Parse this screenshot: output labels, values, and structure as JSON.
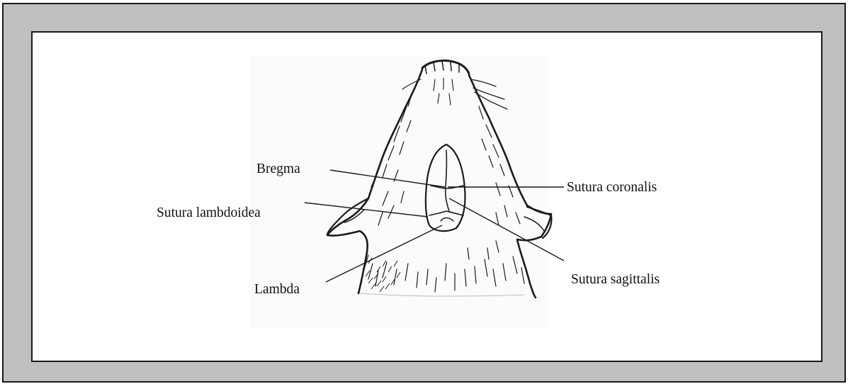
{
  "figure": {
    "labels": {
      "bregma": "Bregma",
      "sutura_lambdoidea": "Sutura lambdoidea",
      "lambda": "Lambda",
      "sutura_coronalis": "Sutura coronalis",
      "sutura_sagittalis": "Sutura sagittalis"
    }
  },
  "colors": {
    "frame_outer": "#c0c0c0",
    "frame_border": "#1a1a1a",
    "panel": "#ffffff",
    "ink": "#111111"
  }
}
